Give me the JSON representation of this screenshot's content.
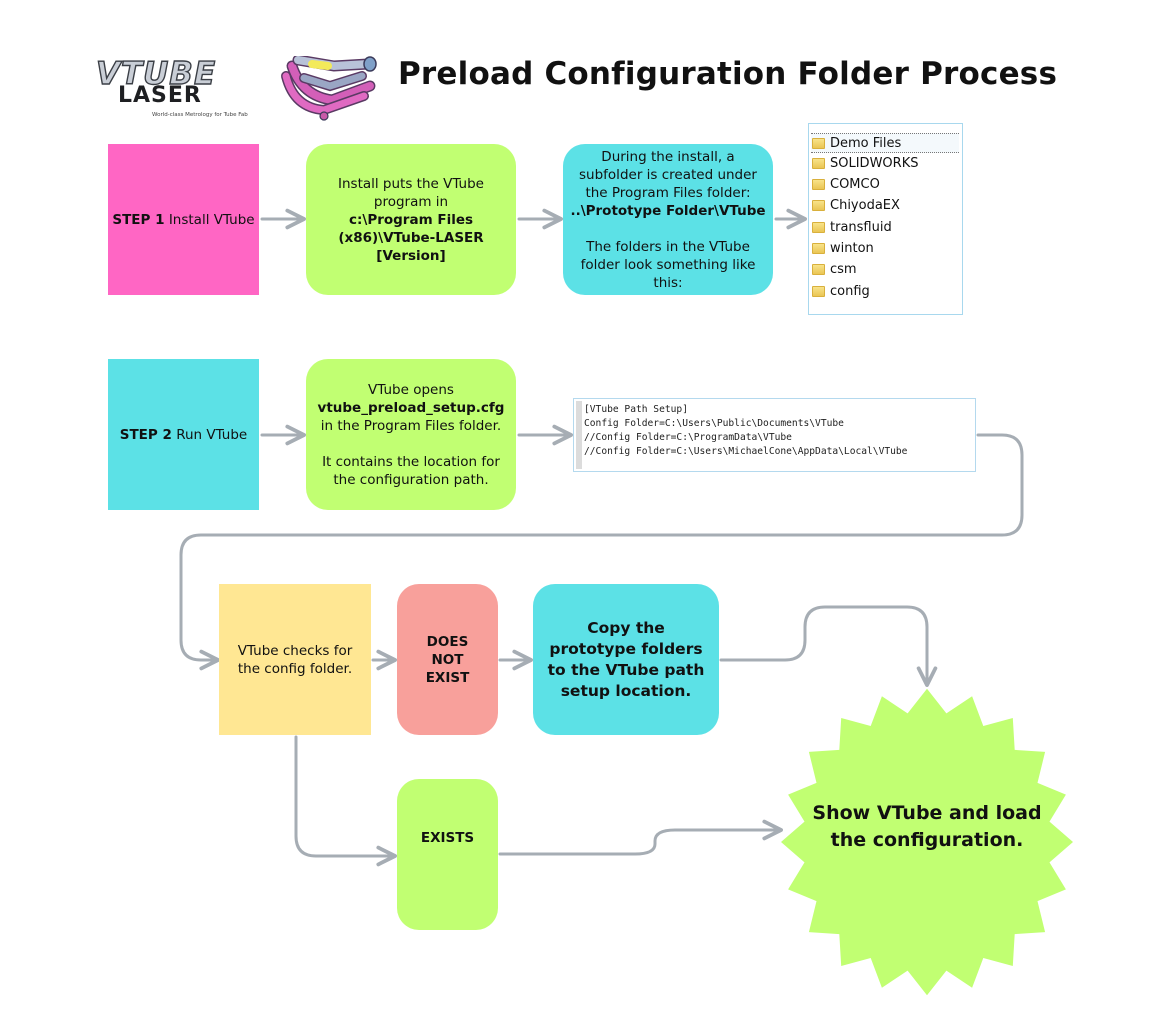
{
  "header": {
    "title": "Preload Configuration Folder Process",
    "logo_word_top": "VTUBE",
    "logo_word_bottom": "LASER",
    "logo_tagline": "World-class Metrology for Tube Fab"
  },
  "step1": {
    "label_bold": "STEP 1",
    "label_text": " Install VTube"
  },
  "install_box": {
    "line1": "Install puts the VTube program in",
    "line2_bold": "c:\\Program Files (x86)\\VTube-LASER [Version]"
  },
  "during_box": {
    "para1": "During the install,  a subfolder is created under the Program Files folder:",
    "path_bold": "..\\Prototype Folder\\VTube",
    "para2": "The folders in the VTube folder look something like this:"
  },
  "folder_list": [
    "Demo Files",
    "SOLIDWORKS",
    "COMCO",
    "ChiyodaEX",
    "transfluid",
    "winton",
    "csm",
    "config"
  ],
  "step2": {
    "label_bold": "STEP 2",
    "label_text": " Run VTube"
  },
  "opens_box": {
    "line1": "VTube opens",
    "file_bold": "vtube_preload_setup.cfg",
    "line3": "in the Program Files folder.",
    "para2": "It contains the location for the configuration path."
  },
  "config_file": [
    "[VTube Path Setup]",
    "Config Folder=C:\\Users\\Public\\Documents\\VTube",
    "//Config Folder=C:\\ProgramData\\VTube",
    "//Config Folder=C:\\Users\\MichaelCone\\AppData\\Local\\VTube"
  ],
  "checks_box": {
    "text": "VTube checks for the config folder."
  },
  "not_exist_box": {
    "text": "DOES NOT EXIST"
  },
  "copy_box": {
    "text": "Copy the prototype folders  to the VTube path setup location."
  },
  "exists_box": {
    "text": "EXISTS"
  },
  "final_box": {
    "text": "Show VTube and load the configuration."
  },
  "colors": {
    "pink": "#ff66c4",
    "lime": "#c1ff72",
    "cyan": "#5ce1e6",
    "yellow": "#ffe793",
    "salmon": "#f8a09b",
    "connector": "#a6adb4"
  }
}
